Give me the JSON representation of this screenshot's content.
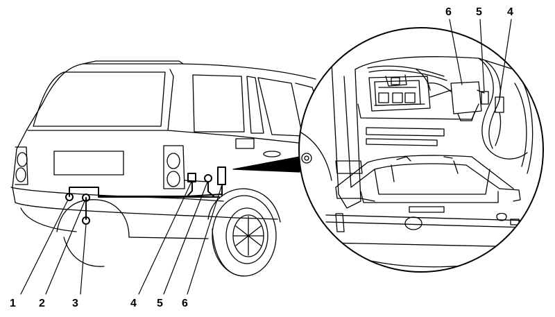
{
  "diagram": {
    "labels_bottom": [
      "1",
      "2",
      "3",
      "4",
      "5",
      "6"
    ],
    "labels_inset": [
      "6",
      "5",
      "4"
    ]
  }
}
